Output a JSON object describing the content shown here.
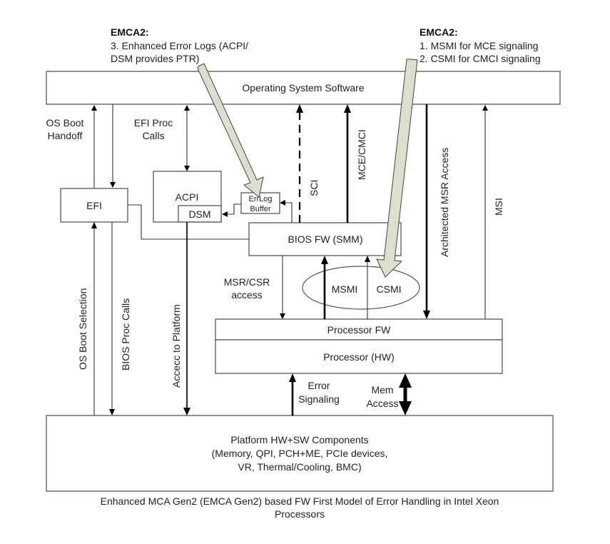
{
  "diagram": {
    "callouts": {
      "left": {
        "title": "EMCA2:",
        "lines": [
          "3. Enhanced Error Logs (ACPI/",
          "DSM provides PTR)"
        ]
      },
      "right": {
        "title": "EMCA2:",
        "lines": [
          "1. MSMI for MCE signaling",
          "2. CSMI for CMCI signaling"
        ]
      },
      "arrow_fill_color": "#dcdfcc"
    },
    "boxes": {
      "os": "Operating System Software",
      "efi": "EFI",
      "acpi": "ACPI",
      "dsm": "DSM",
      "errlog": [
        "ErrLog",
        "Buffer"
      ],
      "bios": "BIOS FW (SMM)",
      "msmi": "MSMI",
      "csmi": "CSMI",
      "proc_fw": "Processor FW",
      "proc_hw": "Processor (HW)",
      "platform": [
        "Platform HW+SW Components",
        "(Memory, QPI, PCH+ME, PCIe devices,",
        "VR, Thermal/Cooling, BMC)"
      ]
    },
    "labels": {
      "os_boot_handoff": [
        "OS Boot",
        "Handoff"
      ],
      "efi_proc_calls": [
        "EFI Proc",
        "Calls"
      ],
      "sci": "SCI",
      "mce_cmci": "MCE/CMCI",
      "arch_msr_access": "Architected MSR Access",
      "msi": "MSI",
      "msr_csr_access": [
        "MSR/CSR",
        "access"
      ],
      "os_boot_selection": "OS Boot Selection",
      "bios_proc_calls": "BIOS Proc Calls",
      "access_to_platform": "Accecc to Platform",
      "error_signaling": [
        "Error",
        "Signaling"
      ],
      "mem_access": [
        "Mem",
        "Access"
      ]
    },
    "caption": [
      "Enhanced MCA Gen2 (EMCA Gen2) based FW First Model of Error Handling in Intel Xeon",
      "Processors"
    ]
  }
}
